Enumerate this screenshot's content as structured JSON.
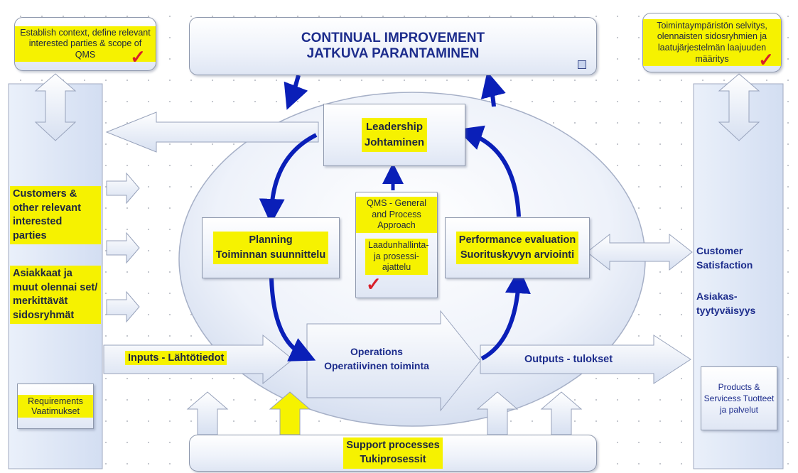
{
  "top_center": {
    "line1": "CONTINUAL IMPROVEMENT",
    "line2": "JATKUVA PARANTAMINEN"
  },
  "top_left": {
    "text": "Establish context, define relevant interested parties & scope of QMS"
  },
  "top_right": {
    "text": "Toimintaympäristön selvitys, olennaisten sidosryhmien ja laatujärjestelmän laajuuden määritys"
  },
  "left_column": {
    "customers_en": "Customers & other relevant interested parties",
    "customers_fi": "Asiakkaat ja muut olennai set/ merkittävät sidosryhmät",
    "requirements": "Requirements Vaatimukset"
  },
  "right_column": {
    "satisfaction_en": "Customer Satisfaction",
    "satisfaction_fi": "Asiakas-tyytyväisyys",
    "products": "Products & Servicess Tuotteet ja palvelut"
  },
  "cycle": {
    "leadership": {
      "line1": "Leadership",
      "line2": "Johtaminen"
    },
    "planning": {
      "line1": "Planning",
      "line2": "Toiminnan suunnittelu"
    },
    "performance": {
      "line1": "Performance evaluation",
      "line2": "Suorituskyvyn arviointi"
    },
    "operations": {
      "line1": "Operations",
      "line2": "Operatiivinen toiminta"
    },
    "qms_en": "QMS - General and Process Approach",
    "qms_fi": "Laadunhallinta- ja prosessi-ajattelu"
  },
  "flow": {
    "inputs": "Inputs - Lähtötiedot",
    "outputs": "Outputs - tulokset"
  },
  "bottom": {
    "line1": "Support processes",
    "line2": "Tukiprosessit"
  },
  "check_mark": "✓",
  "colors": {
    "highlight": "#f6f200",
    "arrow_blue": "#0a1fb8",
    "text_navy": "#1c2c8c",
    "check_red": "#d81f2a"
  }
}
